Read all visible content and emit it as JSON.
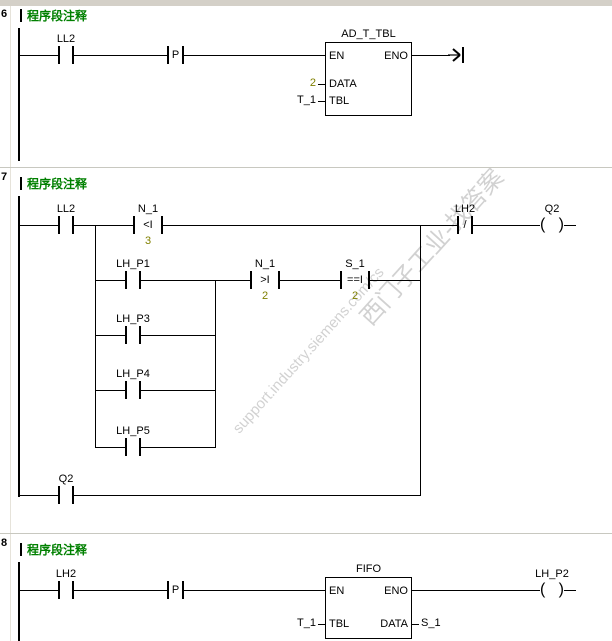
{
  "colors": {
    "background": "#ffffff",
    "chrome_gray": "#d4d0c8",
    "wire": "#000000",
    "comment_green": "#008000",
    "value_olive": "#808000",
    "watermark_gray": "#8f8f8f"
  },
  "symbols": {
    "coil_left": "(",
    "coil_right": ")",
    "nc_slash": "/"
  },
  "watermark": {
    "line1": "西门子工业-找答案",
    "line2": "support.industry.siemens.com/cs"
  },
  "networks": [
    {
      "number": "6",
      "comment": "程序段注释",
      "contact1": "LL2",
      "contact2": "P",
      "block": {
        "title": "AD_T_TBL",
        "en": "EN",
        "eno": "ENO",
        "data_pin": "DATA",
        "data_value": "2",
        "tbl_pin": "TBL",
        "tbl_value": "T_1"
      }
    },
    {
      "number": "7",
      "comment": "程序段注释",
      "contact1": "LL2",
      "cmp1": {
        "label": "N_1",
        "op": "<I",
        "value": "3"
      },
      "nc_contact": "LH2",
      "coil": "Q2",
      "branch1": {
        "contact": "LH_P1",
        "cmp2": {
          "label": "N_1",
          "op": ">I",
          "value": "2"
        },
        "cmp3": {
          "label": "S_1",
          "op": "==I",
          "value": "2"
        }
      },
      "branch2": "LH_P3",
      "branch3": "LH_P4",
      "branch4": "LH_P5",
      "feedback_contact": "Q2"
    },
    {
      "number": "8",
      "comment": "程序段注释",
      "contact1": "LH2",
      "contact2": "P",
      "block": {
        "title": "FIFO",
        "en": "EN",
        "eno": "ENO",
        "tbl_pin": "TBL",
        "tbl_value": "T_1",
        "data_pin": "DATA",
        "data_value": "S_1"
      },
      "coil": "LH_P2"
    }
  ]
}
